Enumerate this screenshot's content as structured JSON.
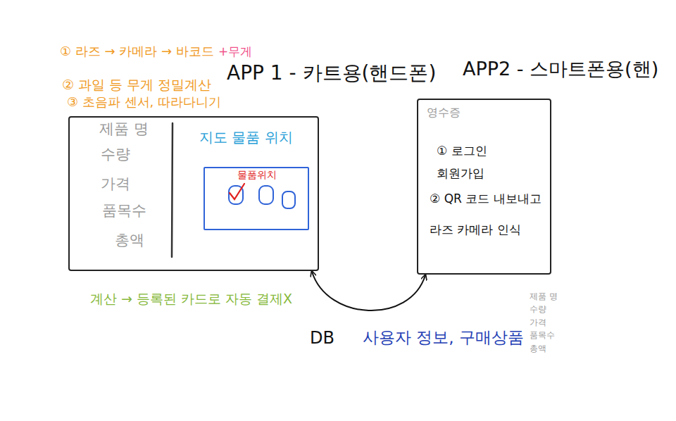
{
  "diagram": {
    "nodes": [
      {
        "text": [
          "APP 1 - 카트용(핸드폰)",
          "제품 명",
          "수량",
          "가격",
          "품목수",
          "총액"
        ]
      },
      {
        "text": [
          "지도 물품 위치",
          "물품위치"
        ],
        "in": 0
      },
      {
        "text": [
          "APP2 - 스마트폰용(핸)",
          "영수증",
          "① 로그인 회원가입",
          "② QR 코드 내보내고 라즈 카메라 인식"
        ]
      }
    ],
    "edges": [
      {
        "from": 0,
        "to": 2,
        "arrow": "both"
      }
    ],
    "labels": [
      "① 라즈 → 카메라 → 바코드",
      "+무게",
      "② 과일 등 무게 정밀계산",
      "③ 초음파 센서, 따라다니기",
      "계산 → 등록된 카드로 자동 결제X",
      "DB",
      "사용자 정보, 구매상품",
      "제품 명",
      "수량",
      "가격",
      "품목수",
      "총액"
    ]
  }
}
